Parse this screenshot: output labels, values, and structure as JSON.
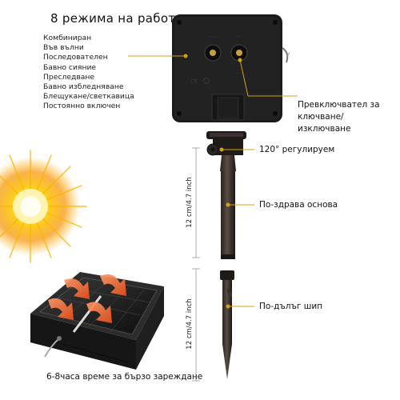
{
  "modes": {
    "title": "8 режима на работа",
    "items": [
      "Комбиниран",
      "Във вълни",
      "Последователен",
      "Бавно сияние",
      "Преследване",
      "Бавно избледняване",
      "Блещукане/светкавица",
      "Постоянно включен"
    ]
  },
  "callouts": {
    "switch": "Превключвател за ключване/изключване",
    "adjustable": "120° регулируем",
    "base": "По-здрава основа",
    "spike": "По-дълъг шип"
  },
  "dimensions": {
    "upper": "12 cm/4.7 inch",
    "lower": "12 cm/4.7 inch"
  },
  "charging_caption": "6-8часа време за бързо зареждане",
  "colors": {
    "leader_line": "#d4a017",
    "device_body": "#1c1c1c",
    "sun_core": "#ffd21a",
    "heat_arrow": "#f26a2a"
  }
}
